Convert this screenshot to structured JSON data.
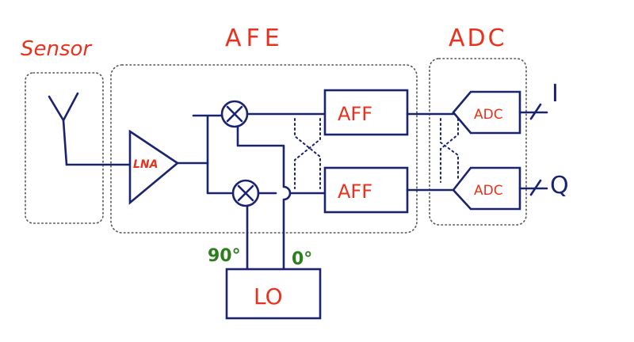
{
  "labels": {
    "sensor": "Sensor",
    "afe": "AFE",
    "adc_group": "ADC",
    "lna": "LNA",
    "aff_top": "AFF",
    "aff_bottom": "AFF",
    "adc_top": "ADC",
    "adc_bottom": "ADC",
    "lo": "LO",
    "phase_90": "90°",
    "phase_0": "0°",
    "output_i": "I",
    "output_q": "Q"
  },
  "colors": {
    "label_red": "#e8321e",
    "line_navy": "#1a2370",
    "phase_green": "#2e7d1e",
    "group_border": "#555555"
  },
  "icons": {
    "antenna": "antenna-icon",
    "mixer": "mixer-icon",
    "amplifier": "amplifier-triangle-icon"
  }
}
